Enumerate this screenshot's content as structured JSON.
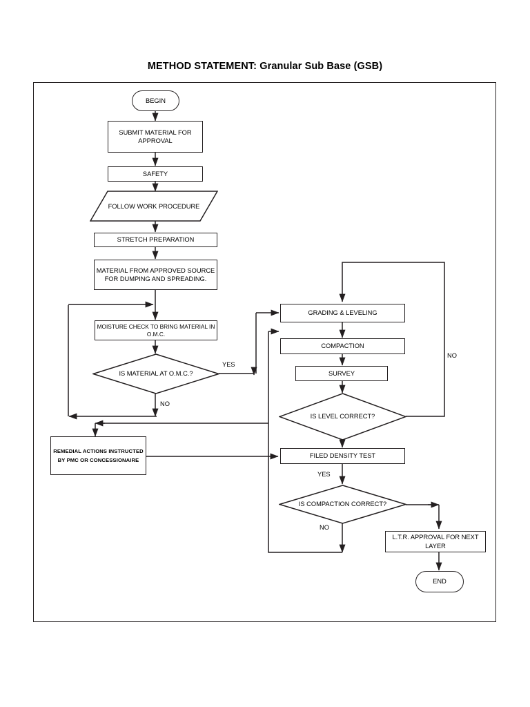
{
  "document": {
    "title": "METHOD STATEMENT: Granular Sub Base (GSB)"
  },
  "chart_data": {
    "type": "diagram",
    "diagram_kind": "flowchart",
    "title": "METHOD STATEMENT: Granular Sub Base (GSB)",
    "orientation": "top-to-bottom, two-column",
    "colors": {
      "stroke": "#231f20",
      "text": "#000000",
      "background": "#ffffff"
    },
    "nodes": [
      {
        "id": "begin",
        "shape": "terminator",
        "label": "BEGIN"
      },
      {
        "id": "submit_material",
        "shape": "process",
        "label": "SUBMIT MATERIAL FOR APPROVAL"
      },
      {
        "id": "safety",
        "shape": "process",
        "label": "SAFETY"
      },
      {
        "id": "follow_work",
        "shape": "parallelogram",
        "label": "FOLLOW WORK PROCEDURE"
      },
      {
        "id": "stretch_prep",
        "shape": "process",
        "label": "STRETCH PREPARATION"
      },
      {
        "id": "material_source",
        "shape": "process",
        "label": "MATERIAL FROM APPROVED SOURCE FOR DUMPING AND SPREADING."
      },
      {
        "id": "moisture_check",
        "shape": "process",
        "label": "MOISTURE  CHECK TO BRING MATERIAL IN O.M.C."
      },
      {
        "id": "is_material_omc",
        "shape": "decision",
        "label": "IS MATERIAL AT O.M.C.?"
      },
      {
        "id": "remedial_actions",
        "shape": "process",
        "label": "REMEDIAL ACTIONS INSTRUCTED BY PMC OR CONCESSIONAIRE"
      },
      {
        "id": "grading_leveling",
        "shape": "process",
        "label": "GRADING & LEVELING"
      },
      {
        "id": "compaction",
        "shape": "process",
        "label": "COMPACTION"
      },
      {
        "id": "survey",
        "shape": "process",
        "label": "SURVEY"
      },
      {
        "id": "is_level_correct",
        "shape": "decision",
        "label": "IS LEVEL CORRECT?"
      },
      {
        "id": "filed_density_test",
        "shape": "process",
        "label": "FILED DENSITY TEST"
      },
      {
        "id": "is_compaction_correct",
        "shape": "decision",
        "label": "IS COMPACTION CORRECT?"
      },
      {
        "id": "ltr_approval",
        "shape": "process",
        "label": "L.T.R. APPROVAL FOR NEXT LAYER"
      },
      {
        "id": "end",
        "shape": "terminator",
        "label": "END"
      }
    ],
    "edges": [
      {
        "from": "begin",
        "to": "submit_material",
        "label": ""
      },
      {
        "from": "submit_material",
        "to": "safety",
        "label": ""
      },
      {
        "from": "safety",
        "to": "follow_work",
        "label": ""
      },
      {
        "from": "follow_work",
        "to": "stretch_prep",
        "label": ""
      },
      {
        "from": "stretch_prep",
        "to": "material_source",
        "label": ""
      },
      {
        "from": "material_source",
        "to": "moisture_check",
        "label": ""
      },
      {
        "from": "moisture_check",
        "to": "is_material_omc",
        "label": ""
      },
      {
        "from": "is_material_omc",
        "to": "grading_leveling",
        "label": "YES"
      },
      {
        "from": "is_material_omc",
        "to": "moisture_check",
        "label": "NO"
      },
      {
        "from": "remedial_actions",
        "to": "filed_density_test",
        "label": ""
      },
      {
        "from": "grading_leveling",
        "to": "compaction",
        "label": ""
      },
      {
        "from": "compaction",
        "to": "survey",
        "label": ""
      },
      {
        "from": "survey",
        "to": "is_level_correct",
        "label": ""
      },
      {
        "from": "is_level_correct",
        "to": "grading_leveling",
        "label": "NO"
      },
      {
        "from": "is_level_correct",
        "to": "filed_density_test",
        "label": ""
      },
      {
        "from": "filed_density_test",
        "to": "is_compaction_correct",
        "label": "YES"
      },
      {
        "from": "is_compaction_correct",
        "to": "compaction",
        "label": "NO"
      },
      {
        "from": "is_compaction_correct",
        "to": "ltr_approval",
        "label": ""
      },
      {
        "from": "ltr_approval",
        "to": "end",
        "label": ""
      }
    ],
    "edge_labels": {
      "yes_material_omc": "YES",
      "no_material_omc": "NO",
      "no_level_correct": "NO",
      "yes_density": "YES",
      "no_compaction": "NO"
    }
  },
  "nodes": {
    "begin": "BEGIN",
    "submit_material": "SUBMIT MATERIAL FOR APPROVAL",
    "safety": "SAFETY",
    "follow_work": "FOLLOW WORK PROCEDURE",
    "stretch_prep": "STRETCH PREPARATION",
    "material_source": "MATERIAL FROM APPROVED SOURCE FOR DUMPING AND SPREADING.",
    "moisture_check": "MOISTURE  CHECK TO BRING MATERIAL IN O.M.C.",
    "is_material_omc": "IS MATERIAL AT O.M.C.?",
    "remedial_actions": "REMEDIAL ACTIONS INSTRUCTED BY PMC OR CONCESSIONAIRE",
    "grading_leveling": "GRADING & LEVELING",
    "compaction": "COMPACTION",
    "survey": "SURVEY",
    "is_level_correct": "IS LEVEL CORRECT?",
    "filed_density_test": "FILED DENSITY TEST",
    "is_compaction_correct": "IS COMPACTION CORRECT?",
    "ltr_approval": "L.T.R. APPROVAL FOR NEXT LAYER",
    "end": "END"
  },
  "labels": {
    "yes_material": "YES",
    "no_material": "NO",
    "no_level": "NO",
    "yes_density": "YES",
    "no_compaction": "NO"
  }
}
